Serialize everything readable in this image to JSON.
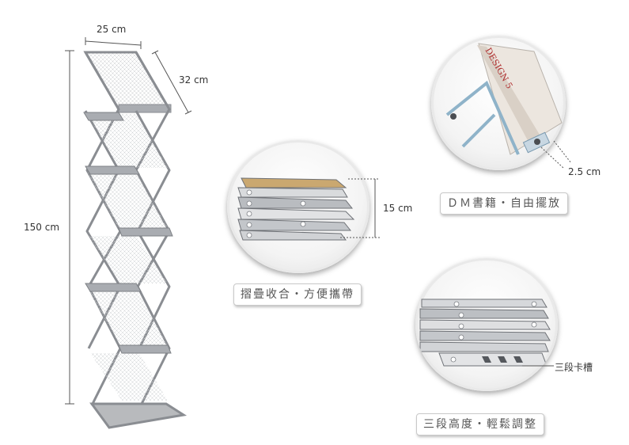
{
  "dimensions": {
    "width": "25 cm",
    "depth": "32 cm",
    "height": "150 cm",
    "folded_thickness": "15 cm",
    "shelf_lip": "2.5 cm"
  },
  "captions": {
    "fold": "摺疊收合・方便攜帶",
    "display": "ＤＭ書籍・自由擺放",
    "adjust": "三段高度・輕鬆調整"
  },
  "callouts": {
    "slots": "三段卡槽"
  },
  "book_text": "DESIGN 5",
  "colors": {
    "frame": "#8a8d92",
    "shelf": "#a9acb1",
    "mesh": "#c9cbce",
    "dim_line": "#555555"
  }
}
